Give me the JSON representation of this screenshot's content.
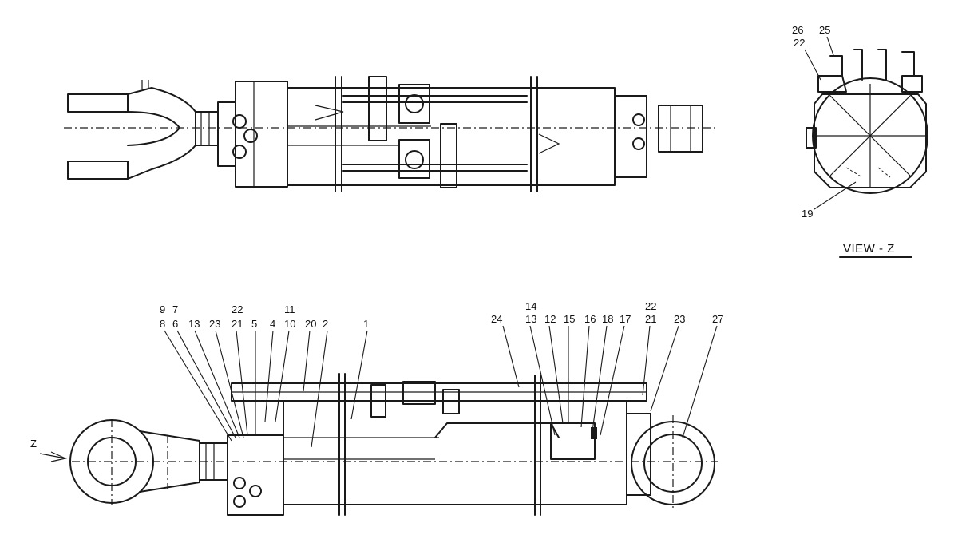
{
  "top_view": {
    "callouts": []
  },
  "view_z": {
    "caption": "VIEW - Z",
    "callouts": [
      {
        "id": "26",
        "label": "26"
      },
      {
        "id": "25",
        "label": "25"
      },
      {
        "id": "22",
        "label": "22"
      },
      {
        "id": "19",
        "label": "19"
      }
    ]
  },
  "section_view": {
    "direction_marker": "Z",
    "callouts": [
      {
        "id": "c-9",
        "label": "9"
      },
      {
        "id": "c-7",
        "label": "7"
      },
      {
        "id": "c-8",
        "label": "8"
      },
      {
        "id": "c-6",
        "label": "6"
      },
      {
        "id": "c-13a",
        "label": "13"
      },
      {
        "id": "c-23a",
        "label": "23"
      },
      {
        "id": "c-22a",
        "label": "22"
      },
      {
        "id": "c-21a",
        "label": "21"
      },
      {
        "id": "c-5",
        "label": "5"
      },
      {
        "id": "c-4",
        "label": "4"
      },
      {
        "id": "c-11",
        "label": "11"
      },
      {
        "id": "c-10",
        "label": "10"
      },
      {
        "id": "c-20",
        "label": "20"
      },
      {
        "id": "c-2",
        "label": "2"
      },
      {
        "id": "c-1",
        "label": "1"
      },
      {
        "id": "c-24",
        "label": "24"
      },
      {
        "id": "c-14",
        "label": "14"
      },
      {
        "id": "c-13b",
        "label": "13"
      },
      {
        "id": "c-12",
        "label": "12"
      },
      {
        "id": "c-15",
        "label": "15"
      },
      {
        "id": "c-16",
        "label": "16"
      },
      {
        "id": "c-18",
        "label": "18"
      },
      {
        "id": "c-17",
        "label": "17"
      },
      {
        "id": "c-22b",
        "label": "22"
      },
      {
        "id": "c-21b",
        "label": "21"
      },
      {
        "id": "c-23b",
        "label": "23"
      },
      {
        "id": "c-27",
        "label": "27"
      }
    ]
  }
}
